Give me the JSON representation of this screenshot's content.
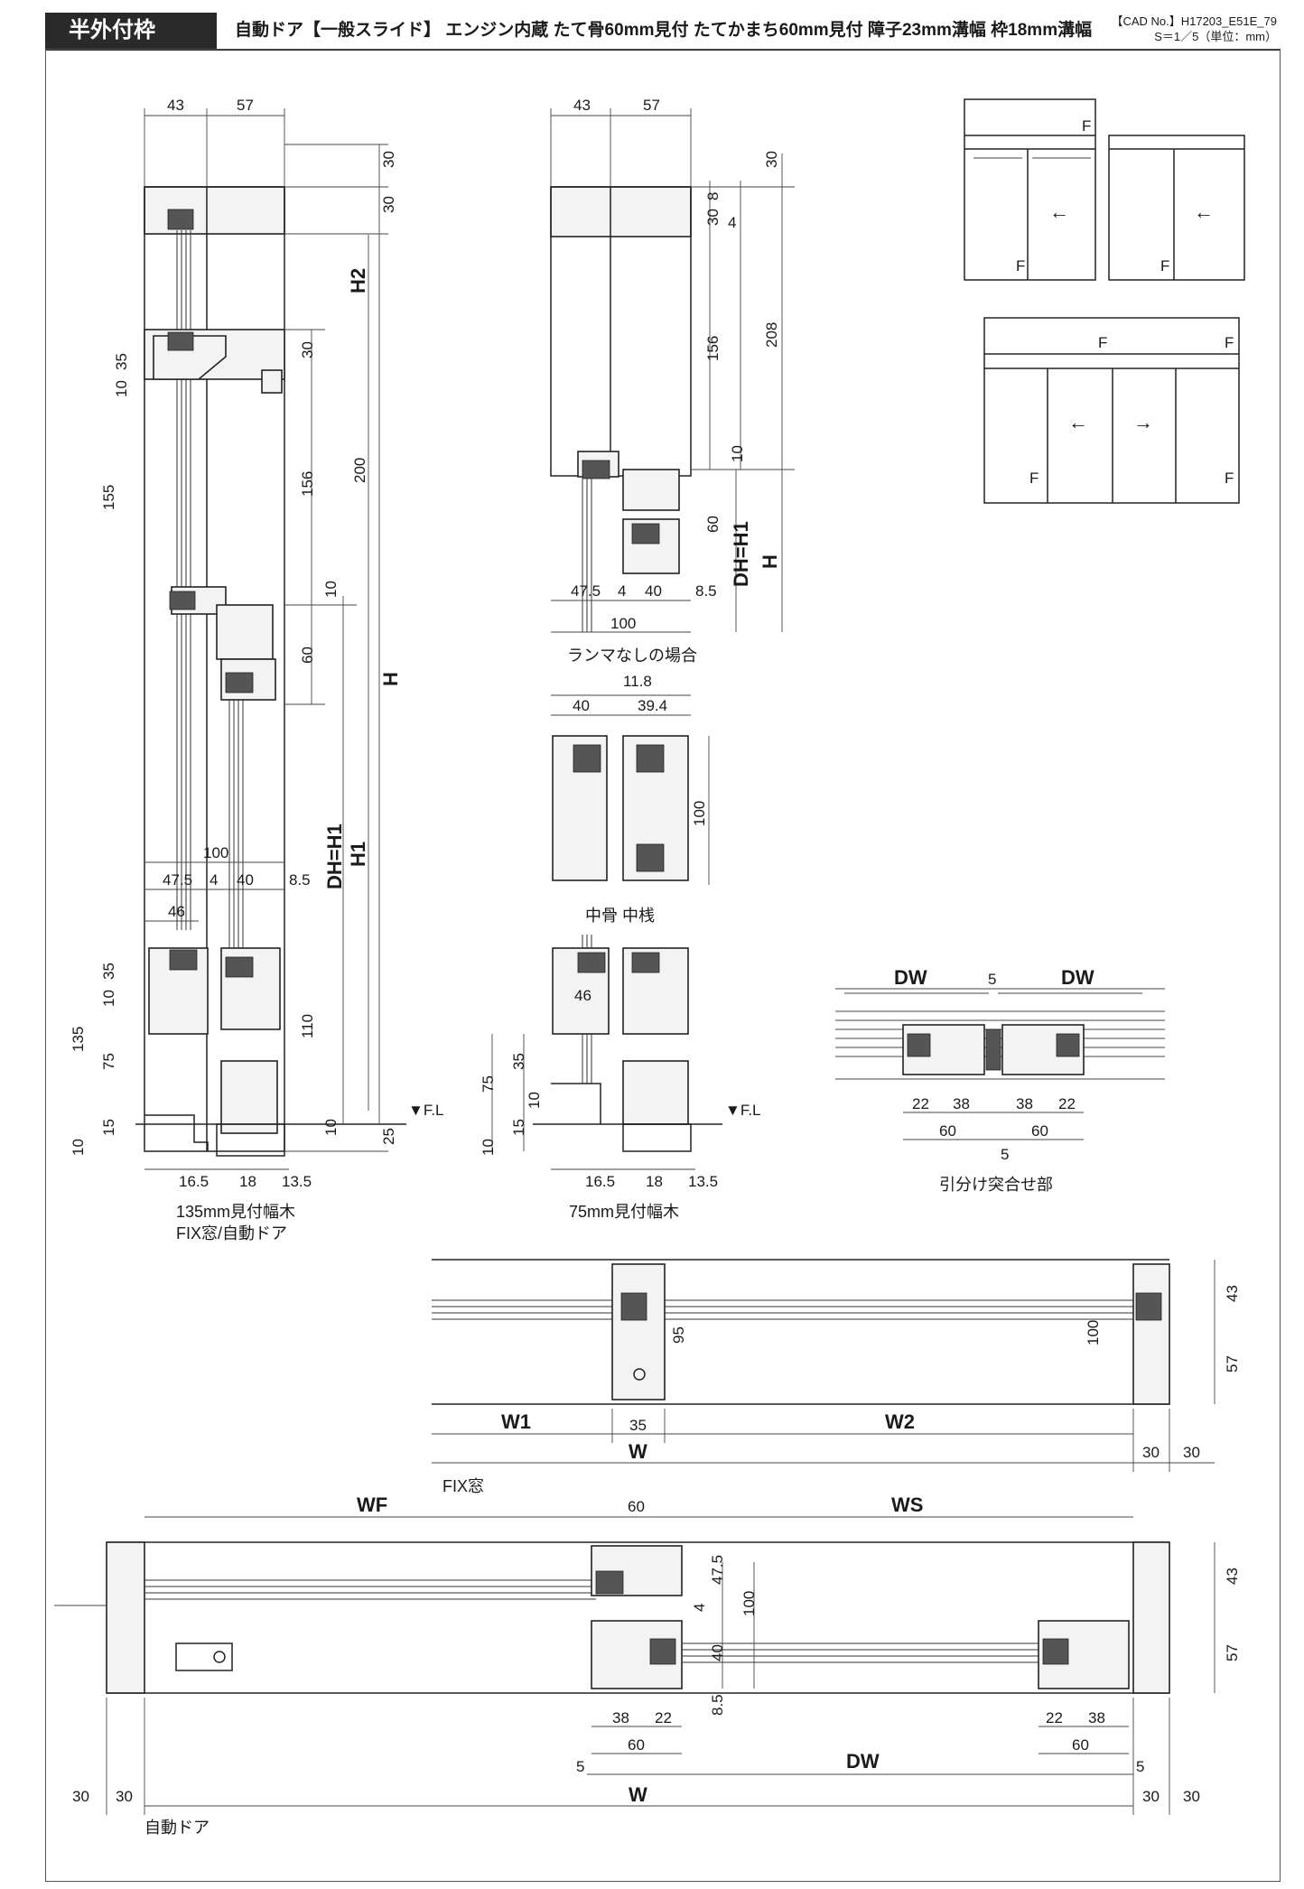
{
  "header": {
    "tag": "半外付枠",
    "title": "自動ドア【一般スライド】 エンジン内蔵 たて骨60mm見付 たてかまち60mm見付 障子23mm溝幅 枠18mm溝幅",
    "cad_no": "【CAD No.】H17203_E51E_79",
    "scale": "S＝1／5（単位：mm）"
  },
  "section_left": {
    "caption_1": "135mm見付幅木",
    "caption_2": "FIX窓/自動ドア",
    "fl_label": "▼F.L",
    "top_dims": [
      "43",
      "57"
    ],
    "vertical_dims": [
      "30",
      "30",
      "35",
      "10",
      "155",
      "30",
      "156",
      "10",
      "60",
      "200",
      "35",
      "10",
      "135",
      "75",
      "15",
      "10",
      "110",
      "10",
      "25"
    ],
    "symbols": [
      "H2",
      "H",
      "DH=H1",
      "H1"
    ],
    "horizontal_dims": [
      "100",
      "47.5",
      "4",
      "40",
      "8.5",
      "46",
      "16.5",
      "18",
      "13.5"
    ]
  },
  "section_middle": {
    "caption_top": "ランマなしの場合",
    "caption_mid": "中骨  中桟",
    "caption_bottom": "75mm見付幅木",
    "fl_label": "▼F.L",
    "top_dims": [
      "43",
      "57"
    ],
    "vertical_dims": [
      "30",
      "30",
      "8",
      "4",
      "156",
      "208",
      "10",
      "60",
      "100",
      "35",
      "75",
      "15",
      "10",
      "10"
    ],
    "symbols": [
      "DH=H1",
      "H"
    ],
    "horizontal_dims": [
      "47.5",
      "4",
      "40",
      "8.5",
      "100",
      "11.8",
      "40",
      "39.4",
      "46",
      "16.5",
      "18",
      "13.5"
    ]
  },
  "elevations": {
    "fix_label": "F",
    "arrow_left": "←",
    "arrow_right": "→"
  },
  "meeting_detail": {
    "caption": "引分け突合せ部",
    "labels": [
      "DW",
      "5",
      "DW"
    ],
    "bottom_dims": [
      "22",
      "38",
      "38",
      "22",
      "60",
      "60",
      "5"
    ]
  },
  "plan_fix": {
    "caption": "FIX窓",
    "labels": [
      "W1",
      "35",
      "W2",
      "W",
      "95",
      "100",
      "43",
      "57",
      "30",
      "30"
    ]
  },
  "plan_door": {
    "caption": "自動ドア",
    "labels": [
      "WF",
      "60",
      "WS",
      "47.5",
      "4",
      "100",
      "40",
      "8.5",
      "43",
      "57",
      "38",
      "22",
      "22",
      "38",
      "60",
      "60",
      "DW",
      "W",
      "5",
      "5",
      "30",
      "30",
      "30",
      "30"
    ]
  }
}
